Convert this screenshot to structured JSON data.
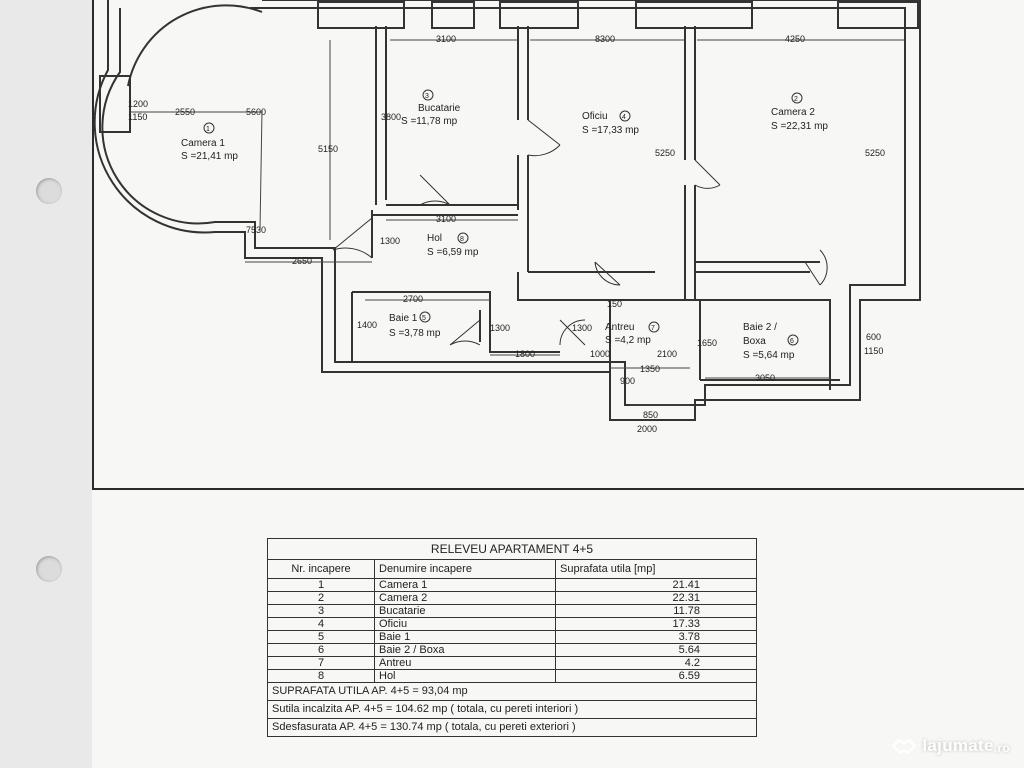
{
  "plan": {
    "rooms": [
      {
        "id": "camera1",
        "number": "1",
        "name": "Camera 1",
        "area": "S =21,41 mp"
      },
      {
        "id": "bucatarie",
        "number": "3",
        "name": "Bucatarie",
        "area": "S =11,78 mp"
      },
      {
        "id": "oficiu",
        "number": "4",
        "name": "Oficiu",
        "area": "S =17,33 mp"
      },
      {
        "id": "camera2",
        "number": "2",
        "name": "Camera 2",
        "area": "S =22,31 mp"
      },
      {
        "id": "hol",
        "number": "8",
        "name": "Hol",
        "area": "S =6,59 mp"
      },
      {
        "id": "baie1",
        "number": "5",
        "name": "Baie 1",
        "area": "S =3,78 mp"
      },
      {
        "id": "antreu",
        "number": "7",
        "name": "Antreu",
        "area": "S =4,2 mp"
      },
      {
        "id": "baie2",
        "number": "6",
        "name": "Baie 2 /",
        "name2": "Boxa",
        "area": "S =5,64 mp"
      }
    ],
    "dimensions": [
      "1200",
      "1150",
      "2550",
      "5600",
      "5150",
      "7530",
      "2650",
      "3800",
      "3100",
      "3100",
      "1300",
      "8300",
      "5250",
      "4250",
      "5250",
      "2700",
      "1400",
      "1300",
      "1300",
      "1800",
      "1000",
      "2100",
      "150",
      "1350",
      "900",
      "850",
      "2000",
      "1650",
      "3050",
      "600",
      "1150"
    ]
  },
  "table": {
    "title": "RELEVEU APARTAMENT 4+5",
    "headers": [
      "Nr. incapere",
      "Denumire incapere",
      "Suprafata utila [mp]"
    ],
    "rows": [
      {
        "nr": "1",
        "name": "Camera 1",
        "area": "21.41"
      },
      {
        "nr": "2",
        "name": "Camera 2",
        "area": "22.31"
      },
      {
        "nr": "3",
        "name": "Bucatarie",
        "area": "11.78"
      },
      {
        "nr": "4",
        "name": "Oficiu",
        "area": "17.33"
      },
      {
        "nr": "5",
        "name": "Baie 1",
        "area": "3.78"
      },
      {
        "nr": "6",
        "name": "Baie 2 / Boxa",
        "area": "5.64"
      },
      {
        "nr": "7",
        "name": "Antreu",
        "area": "4.2"
      },
      {
        "nr": "8",
        "name": "Hol",
        "area": "6.59"
      }
    ],
    "summary": [
      "SUPRAFATA UTILA  AP. 4+5 = 93,04 mp",
      "Sutila incalzita  AP. 4+5 = 104.62 mp ( totala, cu pereti interiori )",
      "Sdesfasurata  AP. 4+5 = 130.74 mp ( totala, cu pereti exteriori )"
    ]
  },
  "watermark": {
    "text": "lajumate",
    "suffix": ".ro"
  }
}
